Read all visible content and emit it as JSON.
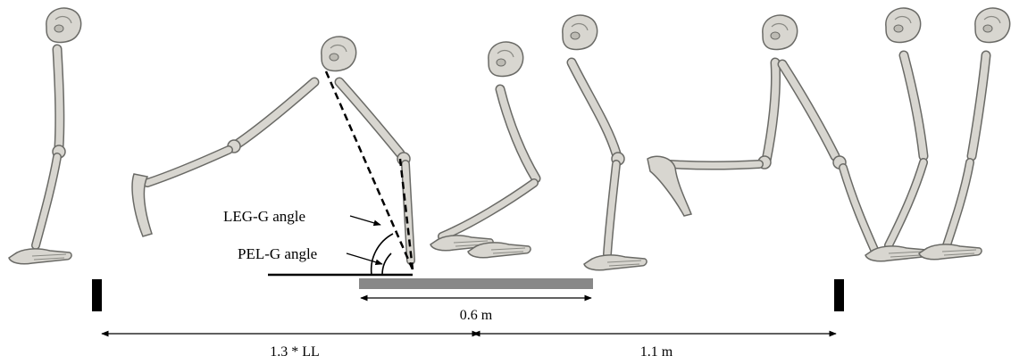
{
  "annotations": {
    "leg_g_angle": "LEG-G angle",
    "pel_g_angle": "PEL-G angle"
  },
  "dimensions": {
    "plate_length": "0.6 m",
    "approach_distance": "1.3 * LL",
    "exit_distance": "1.1 m"
  },
  "figures": [
    "skeleton-standing-left",
    "skeleton-lunge-stance",
    "skeleton-crouch-pair",
    "skeleton-lunge-right",
    "skeleton-standing-right-pair"
  ],
  "colors": {
    "bone": "#d8d6d0",
    "bone_outline": "#6a6a66",
    "force_plate": "#888888",
    "marker": "#000000",
    "lines": "#000000"
  }
}
